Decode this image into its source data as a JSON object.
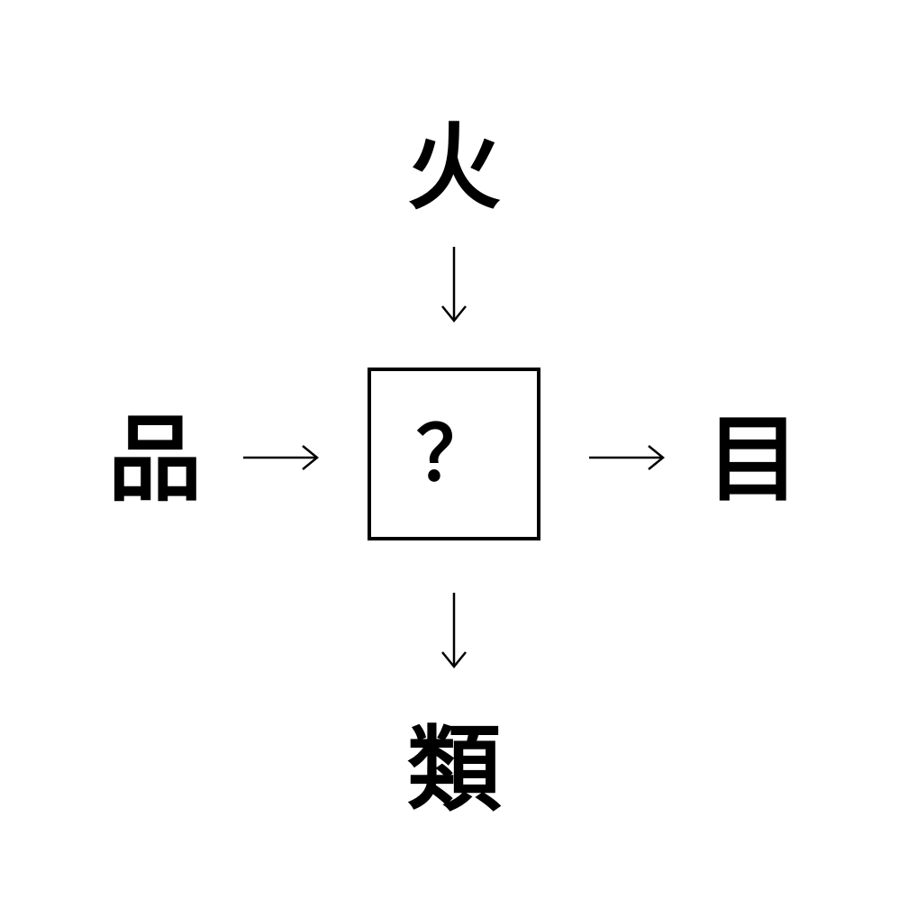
{
  "puzzle": {
    "top": "火",
    "left": "品",
    "right": "目",
    "bottom": "類",
    "center": "？"
  }
}
